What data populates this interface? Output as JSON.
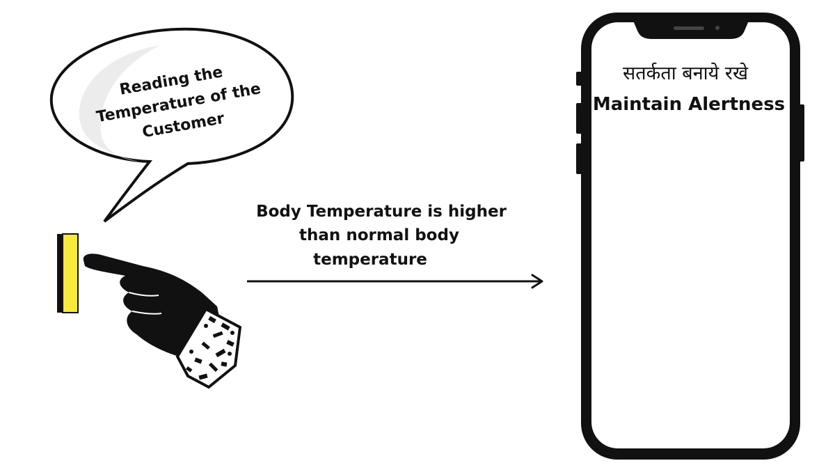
{
  "speech_bubble": {
    "lines": [
      "Reading the",
      "Temperature of the",
      "Customer"
    ]
  },
  "arrow_label": {
    "lines": [
      "Body Temperature is higher",
      "than normal body",
      "temperature"
    ]
  },
  "phone_screen": {
    "hindi_text": "सतर्कता बनाये रखे",
    "english_text": "Maintain Alertness"
  },
  "colors": {
    "sensor_yellow": "#f7ea3b",
    "ink": "#111111",
    "bubble_shade": "#ececec"
  },
  "icons": [
    "speech-bubble",
    "temperature-sensor",
    "pointing-hand-icon",
    "arrow-right-icon",
    "smartphone-icon"
  ]
}
